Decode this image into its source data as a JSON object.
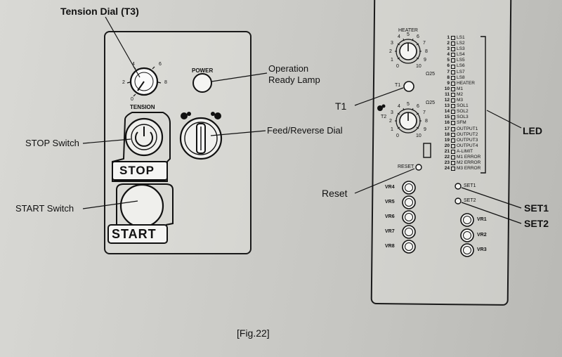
{
  "figure": {
    "caption": "[Fig.22]"
  },
  "left_panel": {
    "tension_dial_label": "Tension Dial (T3)",
    "tension_text": "TENSION",
    "tension_ticks": [
      "0",
      "2",
      "4",
      "6",
      "8"
    ],
    "power_text": "POWER",
    "operation_lamp_label_1": "Operation",
    "operation_lamp_label_2": "Ready Lamp",
    "stop_switch_label": "STOP Switch",
    "stop_text": "STOP",
    "feed_reverse_label": "Feed/Reverse Dial",
    "start_switch_label": "START Switch",
    "start_text": "START"
  },
  "right_panel": {
    "heater_text": "HEATER",
    "dial_ticks": [
      "0",
      "1",
      "2",
      "3",
      "4",
      "5",
      "6",
      "7",
      "8",
      "9",
      "10"
    ],
    "t1_text": "T1",
    "t1_label": "T1",
    "t1_tag": "Ω25",
    "t2_text": "T2",
    "t2_tag": "Ω25",
    "reset_text": "RESET",
    "reset_label": "Reset",
    "vr_left": [
      "VR4",
      "VR5",
      "VR6",
      "VR7",
      "VR8"
    ],
    "vr_right": [
      "VR1",
      "VR2",
      "VR3"
    ],
    "set1_text": "SET1",
    "set2_text": "SET2",
    "set1_label": "SET1",
    "set2_label": "SET2",
    "led_label": "LED",
    "leds": [
      {
        "n": "1",
        "name": "LS1"
      },
      {
        "n": "2",
        "name": "LS2"
      },
      {
        "n": "3",
        "name": "LS3"
      },
      {
        "n": "4",
        "name": "LS4"
      },
      {
        "n": "5",
        "name": "LS5"
      },
      {
        "n": "6",
        "name": "LS6"
      },
      {
        "n": "7",
        "name": "LS7"
      },
      {
        "n": "8",
        "name": "LS8"
      },
      {
        "n": "9",
        "name": "HEATER"
      },
      {
        "n": "10",
        "name": "M1"
      },
      {
        "n": "11",
        "name": "M2"
      },
      {
        "n": "12",
        "name": "M3"
      },
      {
        "n": "13",
        "name": "SOL1"
      },
      {
        "n": "14",
        "name": "SOL2"
      },
      {
        "n": "15",
        "name": "SOL3"
      },
      {
        "n": "16",
        "name": "SFM"
      },
      {
        "n": "17",
        "name": "OUTPUT1"
      },
      {
        "n": "18",
        "name": "OUTPUT2"
      },
      {
        "n": "19",
        "name": "OUTPUT3"
      },
      {
        "n": "20",
        "name": "OUTPUT4"
      },
      {
        "n": "21",
        "name": "A-LIMIT"
      },
      {
        "n": "22",
        "name": "M1 ERROR"
      },
      {
        "n": "23",
        "name": "M2 ERROR"
      },
      {
        "n": "24",
        "name": "M3 ERROR"
      }
    ]
  }
}
